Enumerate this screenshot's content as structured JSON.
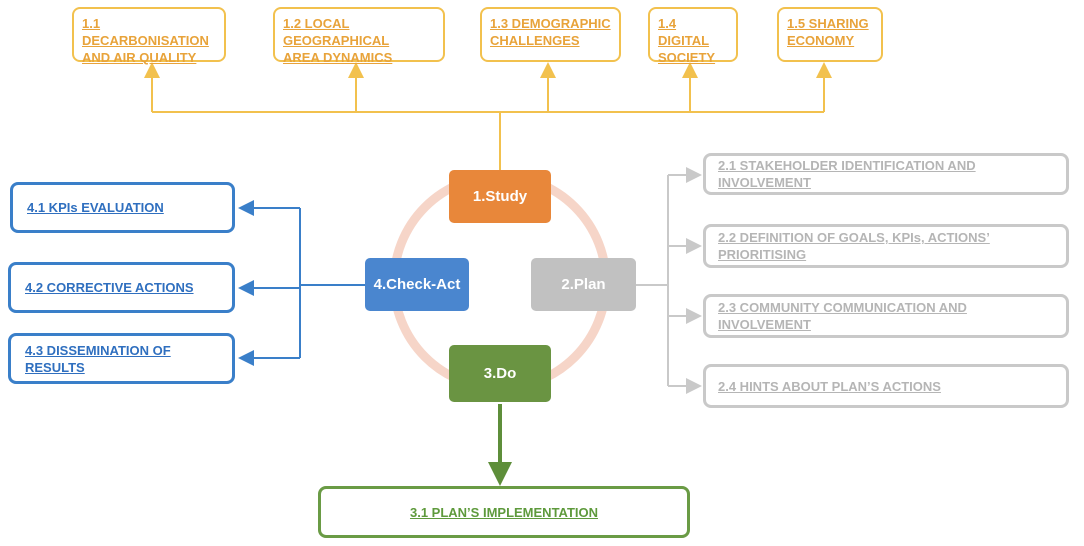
{
  "phases": {
    "study": {
      "label": "1.Study",
      "color": "#E8873A"
    },
    "plan": {
      "label": "2.Plan",
      "color": "#C1C1C1"
    },
    "do": {
      "label": "3.Do",
      "color": "#6A9442"
    },
    "check_act": {
      "label": "4.Check-Act",
      "color": "#4A86CF"
    }
  },
  "study_items": [
    "1.1 DECARBONISATION\nAND AIR QUALITY",
    "1.2 LOCAL GEOGRAPHICAL\nAREA DYNAMICS",
    "1.3 DEMOGRAPHIC\nCHALLENGES",
    "1.4 DIGITAL\nSOCIETY",
    "1.5 SHARING\nECONOMY"
  ],
  "plan_items": [
    "2.1 STAKEHOLDER IDENTIFICATION AND INVOLVEMENT",
    "2.2 DEFINITION OF GOALS, KPIs, ACTIONS’ PRIORITISING",
    "2.3 COMMUNITY COMMUNICATION AND INVOLVEMENT",
    "2.4 HINTS ABOUT PLAN’S ACTIONS"
  ],
  "check_items": [
    "4.1 KPIs EVALUATION",
    "4.2 CORRECTIVE ACTIONS",
    "4.3 DISSEMINATION OF RESULTS"
  ],
  "do_items": [
    "3.1 PLAN’S IMPLEMENTATION"
  ],
  "colors": {
    "study_line": "#F2C14E",
    "plan_line": "#C9C9C9",
    "check_line": "#3A7FC9",
    "do_line": "#5E8E3A",
    "cycle": "#F6D5C8"
  }
}
